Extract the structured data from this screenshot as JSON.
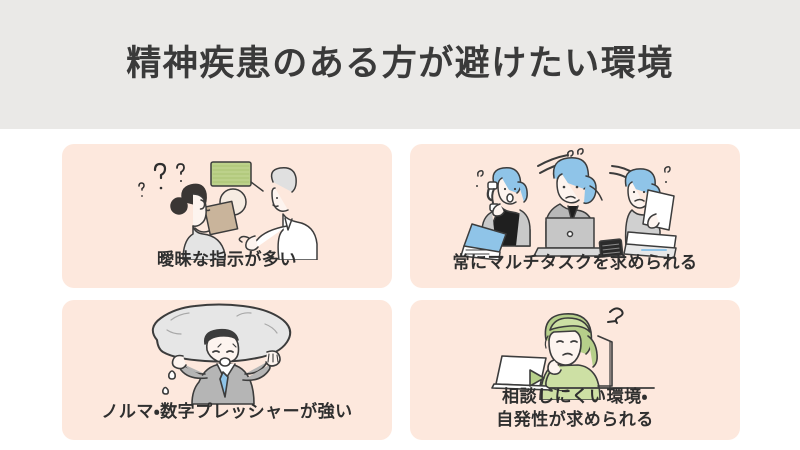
{
  "header": {
    "title": "精神疾患のある方が避けたい環境",
    "band_color": "#eae9e7",
    "title_color": "#3a3a3a"
  },
  "theme": {
    "page_background": "#ffffff",
    "card_background": "#fde8dd",
    "label_color": "#2f2f2f",
    "line_color": "#3c3c3c",
    "accent_blue": "#8fc4e8",
    "accent_green": "#bcd18a",
    "accent_gray": "#d8d8d8",
    "accent_tan": "#c9b49b"
  },
  "cards": [
    {
      "id": "card-1",
      "label": "曖昧な指示が多い",
      "illustration": "unclear-instructions-illustration",
      "illustration_alt": "疑問符を浮かべる女性と指示を出す男性"
    },
    {
      "id": "card-2",
      "label": "常にマルチタスクを求められる",
      "illustration": "multitasking-illustration",
      "illustration_alt": "電話・パソコン・書類に追われる三人"
    },
    {
      "id": "card-3",
      "label": "ノルマ・数字プレッシャーが強い",
      "illustration": "pressure-boulder-illustration",
      "illustration_alt": "大きな岩を支えるスーツ姿の男性"
    },
    {
      "id": "card-4",
      "label": "相談しにくい環境・\n自発性が求められる",
      "illustration": "isolated-worker-illustration",
      "illustration_alt": "ノートパソコンの前で頬杖をつき溜息をつく人"
    }
  ]
}
